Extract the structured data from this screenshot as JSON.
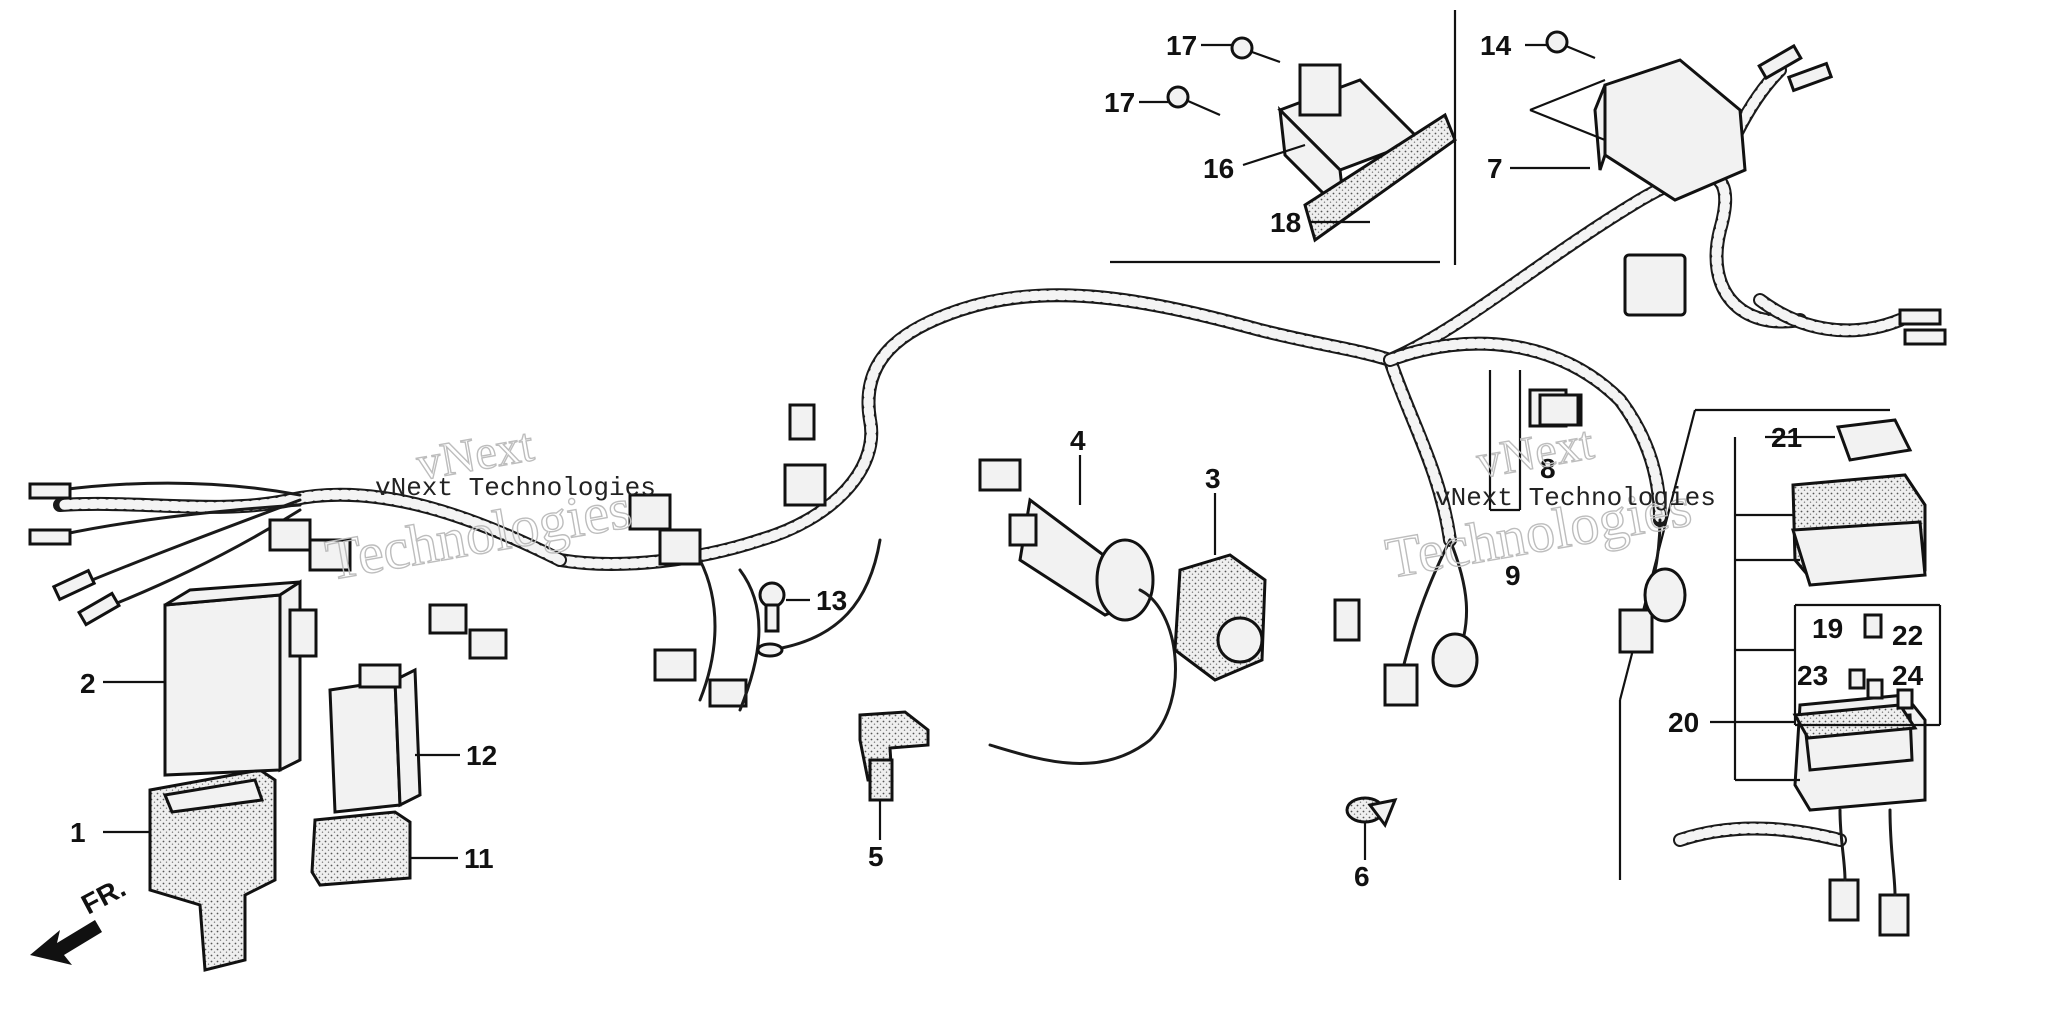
{
  "watermark": {
    "brand_large_1": "vNext",
    "brand_large_2": "Technologies",
    "brand_small": "vNext Technologies"
  },
  "direction_marker": {
    "label": "FR."
  },
  "callouts": [
    "1",
    "2",
    "3",
    "4",
    "5",
    "6",
    "7",
    "8",
    "9",
    "11",
    "12",
    "13",
    "14",
    "16",
    "17",
    "17",
    "18",
    "19",
    "20",
    "21",
    "22",
    "23",
    "24"
  ],
  "colors": {
    "ink": "#111111",
    "paper": "#ffffff",
    "watermark": "#bdbdbd"
  }
}
